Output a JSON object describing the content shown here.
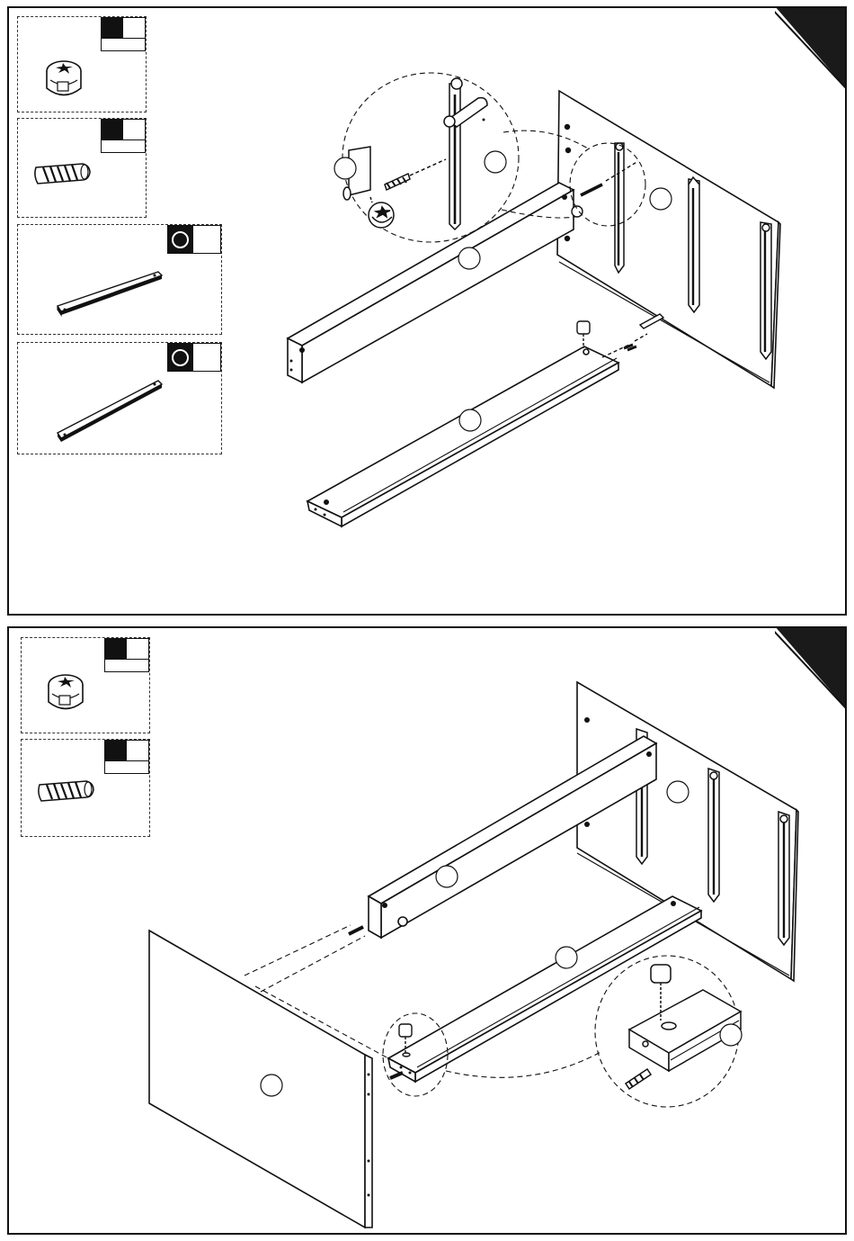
{
  "document": {
    "steps": [
      {
        "parts": [
          {
            "icon": "cam-lock-fitting-icon",
            "code_style": "solid-square"
          },
          {
            "icon": "wooden-dowel-icon",
            "code_style": "solid-square"
          },
          {
            "icon": "long-drawer-runner-icon",
            "code_style": "ring"
          },
          {
            "icon": "short-drawer-runner-icon",
            "code_style": "ring"
          }
        ]
      },
      {
        "parts": [
          {
            "icon": "cam-lock-fitting-icon",
            "code_style": "solid-square"
          },
          {
            "icon": "wooden-dowel-icon",
            "code_style": "solid-square"
          }
        ]
      }
    ],
    "colors": {
      "ink": "#111111",
      "paper": "#ffffff",
      "corner_tab": "#1a1a1a"
    }
  }
}
